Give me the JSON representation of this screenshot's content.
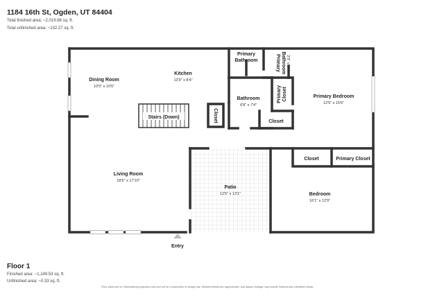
{
  "header": {
    "address": "1184 16th St, Ogden, UT 84404",
    "total_finished": "Total finished area: ~2,019.68 sq. ft.",
    "total_unfinished": "Total unfinished area: ~132.27 sq. ft."
  },
  "rooms": {
    "dining_room": {
      "name": "Dining Room",
      "dims": "10'5\" x 10'5\""
    },
    "kitchen": {
      "name": "Kitchen",
      "dims": "13'9\" x 8'4\""
    },
    "primary_bathroom_a": {
      "name": "Primary",
      "name2": "Bathroom"
    },
    "primary_bathroom_b": {
      "name": "Primary",
      "name2": "Bathroom",
      "dims": "3'9\" x 4'4\""
    },
    "bathroom": {
      "name": "Bathroom",
      "dims": "6'8\" x 7'4\""
    },
    "primary_closet_v": {
      "name": "Primary",
      "name2": "Closet"
    },
    "primary_bedroom": {
      "name": "Primary Bedroom",
      "dims": "12'5\" x 15'6\""
    },
    "stairs": {
      "name": "Stairs (Down)"
    },
    "closet_small": {
      "name": "Closet"
    },
    "closet_bath": {
      "name": "Closet"
    },
    "closet_bed": {
      "name": "Closet"
    },
    "primary_closet_h": {
      "name": "Primary Closet"
    },
    "living_room": {
      "name": "Living Room",
      "dims": "18'6\" x 17'10\""
    },
    "patio": {
      "name": "Patio",
      "dims": "12'5\" x 13'1\""
    },
    "bedroom": {
      "name": "Bedroom",
      "dims": "16'1\" x 12'9\""
    }
  },
  "entry": {
    "label": "Entry"
  },
  "floor": {
    "title": "Floor 1",
    "finished": "Finished area: ~1,149.53 sq. ft.",
    "unfinished": "Unfinished area: ~0.33 sq. ft."
  },
  "disclaimer": "Floor plans are for informational purposes only and not for construction or design use. Measurements are approximate, and square footage may include finished and unfinished areas."
}
